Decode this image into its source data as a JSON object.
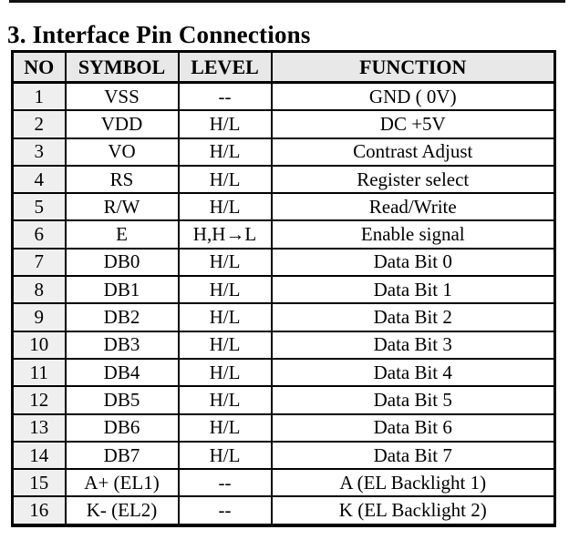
{
  "page": {
    "title": "3. Interface Pin Connections"
  },
  "table": {
    "columns": [
      "NO",
      "SYMBOL",
      "LEVEL",
      "FUNCTION"
    ],
    "rows": [
      [
        "1",
        "VSS",
        "--",
        "GND ( 0V)"
      ],
      [
        "2",
        "VDD",
        "H/L",
        "DC +5V"
      ],
      [
        "3",
        "VO",
        "H/L",
        "Contrast Adjust"
      ],
      [
        "4",
        "RS",
        "H/L",
        "Register select"
      ],
      [
        "5",
        "R/W",
        "H/L",
        "Read/Write"
      ],
      [
        "6",
        "E",
        "H,H→L",
        "Enable signal"
      ],
      [
        "7",
        "DB0",
        "H/L",
        "Data Bit 0"
      ],
      [
        "8",
        "DB1",
        "H/L",
        "Data Bit 1"
      ],
      [
        "9",
        "DB2",
        "H/L",
        "Data Bit 2"
      ],
      [
        "10",
        "DB3",
        "H/L",
        "Data Bit 3"
      ],
      [
        "11",
        "DB4",
        "H/L",
        "Data Bit 4"
      ],
      [
        "12",
        "DB5",
        "H/L",
        "Data Bit 5"
      ],
      [
        "13",
        "DB6",
        "H/L",
        "Data Bit 6"
      ],
      [
        "14",
        "DB7",
        "H/L",
        "Data Bit 7"
      ],
      [
        "15",
        "A+ (EL1)",
        "--",
        "A (EL Backlight 1)"
      ],
      [
        "16",
        "K- (EL2)",
        "--",
        "K (EL Backlight 2)"
      ]
    ]
  },
  "colors": {
    "header_bg": "#e8e8e8",
    "no_column_bg": "#efefef",
    "border": "#000000",
    "page_bg": "#ffffff",
    "text": "#000000"
  }
}
